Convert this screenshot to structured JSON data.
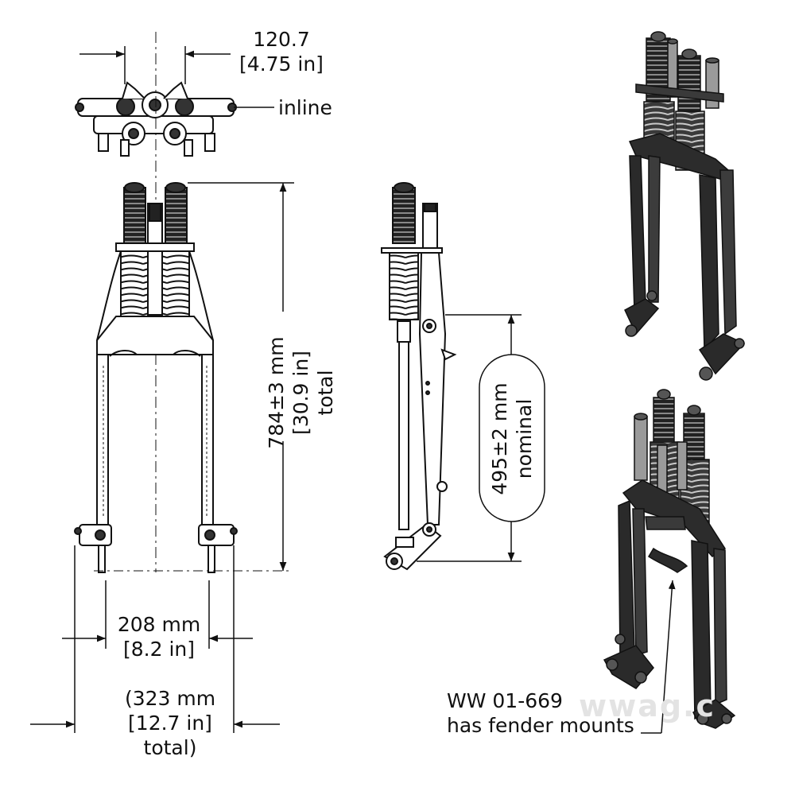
{
  "dimensions": {
    "top_width": {
      "value": "120.7",
      "imperial": "[4.75 in]"
    },
    "top_view_note": "inline",
    "total_height": {
      "value": "784±3 mm",
      "imperial": "[30.9 in]",
      "note": "total"
    },
    "nominal_length": {
      "value": "495±2 mm",
      "note": "nominal"
    },
    "inner_width": {
      "value": "208 mm",
      "imperial": "[8.2 in]"
    },
    "outer_width": {
      "value": "(323 mm",
      "imperial": "[12.7 in]",
      "note": "total)"
    }
  },
  "callout": {
    "part_number": "WW 01-669",
    "description": "has fender mounts"
  },
  "watermark": "wwag.c",
  "colors": {
    "line": "#111111",
    "render_dark": "#2a2a2a",
    "render_mid": "#555555",
    "spring_light": "#d8d8d8",
    "watermark": "#e3e3e3"
  }
}
